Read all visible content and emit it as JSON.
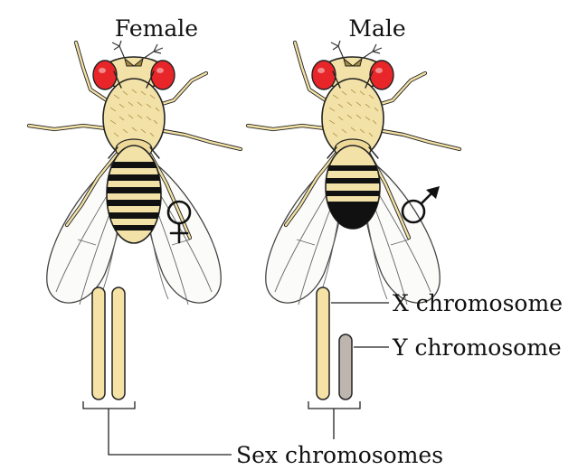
{
  "labels": {
    "female": "Female",
    "male": "Male",
    "x_chromosome": "X chromosome",
    "y_chromosome": "Y chromosome",
    "sex_chromosomes": "Sex chromosomes"
  },
  "symbols": {
    "female": "♀",
    "male": "♂"
  },
  "colors": {
    "body": "#f3e2a7",
    "stripe": "#111111",
    "eye": "#e8262a",
    "x_chromosome": "#f7e2a6",
    "y_chromosome": "#bdb5ae",
    "outline": "#222222"
  }
}
